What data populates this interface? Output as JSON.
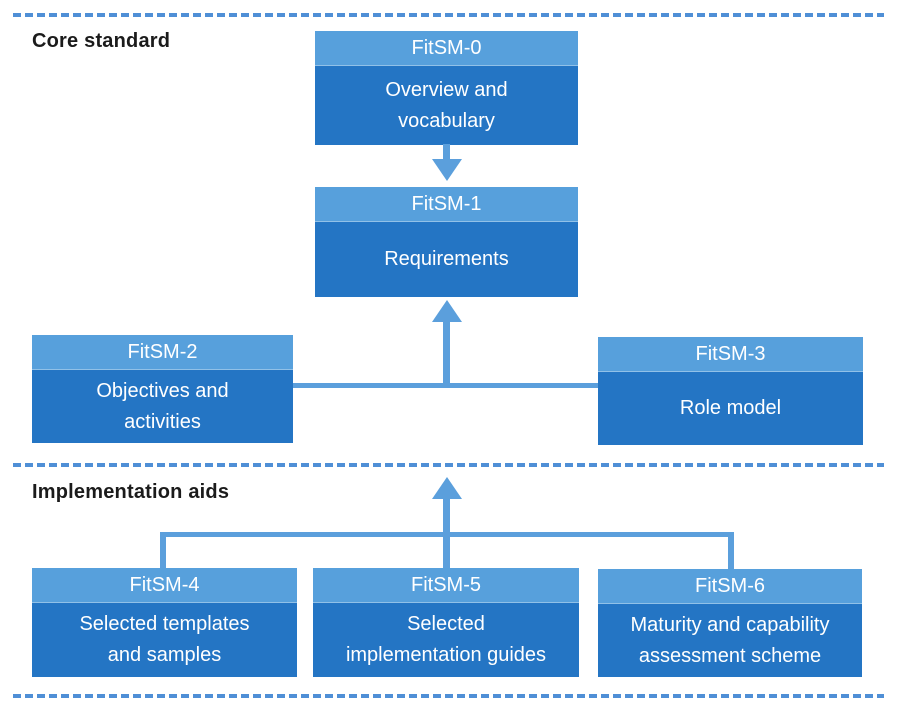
{
  "colors": {
    "box_header": "#57A0DC",
    "box_body": "#2475C4",
    "connector": "#5B9FDC",
    "dashed_line": "#4F8FD6",
    "section_label_text": "#1B1B1B",
    "box_text": "#FFFFFF",
    "background": "#FFFFFF"
  },
  "sections": {
    "core": {
      "label": "Core standard"
    },
    "implementation": {
      "label": "Implementation aids"
    }
  },
  "boxes": [
    {
      "id": "fitsm-0",
      "title": "FitSM-0",
      "lines": [
        "Overview and",
        "vocabulary"
      ]
    },
    {
      "id": "fitsm-1",
      "title": "FitSM-1",
      "lines": [
        "Requirements"
      ]
    },
    {
      "id": "fitsm-2",
      "title": "FitSM-2",
      "lines": [
        "Objectives and",
        "activities"
      ]
    },
    {
      "id": "fitsm-3",
      "title": "FitSM-3",
      "lines": [
        "Role model"
      ]
    },
    {
      "id": "fitsm-4",
      "title": "FitSM-4",
      "lines": [
        "Selected templates",
        "and samples"
      ]
    },
    {
      "id": "fitsm-5",
      "title": "FitSM-5",
      "lines": [
        "Selected",
        "implementation guides"
      ]
    },
    {
      "id": "fitsm-6",
      "title": "FitSM-6",
      "lines": [
        "Maturity and capability",
        "assessment scheme"
      ]
    }
  ],
  "edges": [
    {
      "from": "FitSM-0",
      "to": "FitSM-1",
      "style": "arrow-down"
    },
    {
      "from": "FitSM-2 and FitSM-3",
      "to": "FitSM-1",
      "style": "arrow-up"
    },
    {
      "from": "FitSM-4, FitSM-5 and FitSM-6",
      "to": "core standard section",
      "style": "arrow-up"
    }
  ]
}
